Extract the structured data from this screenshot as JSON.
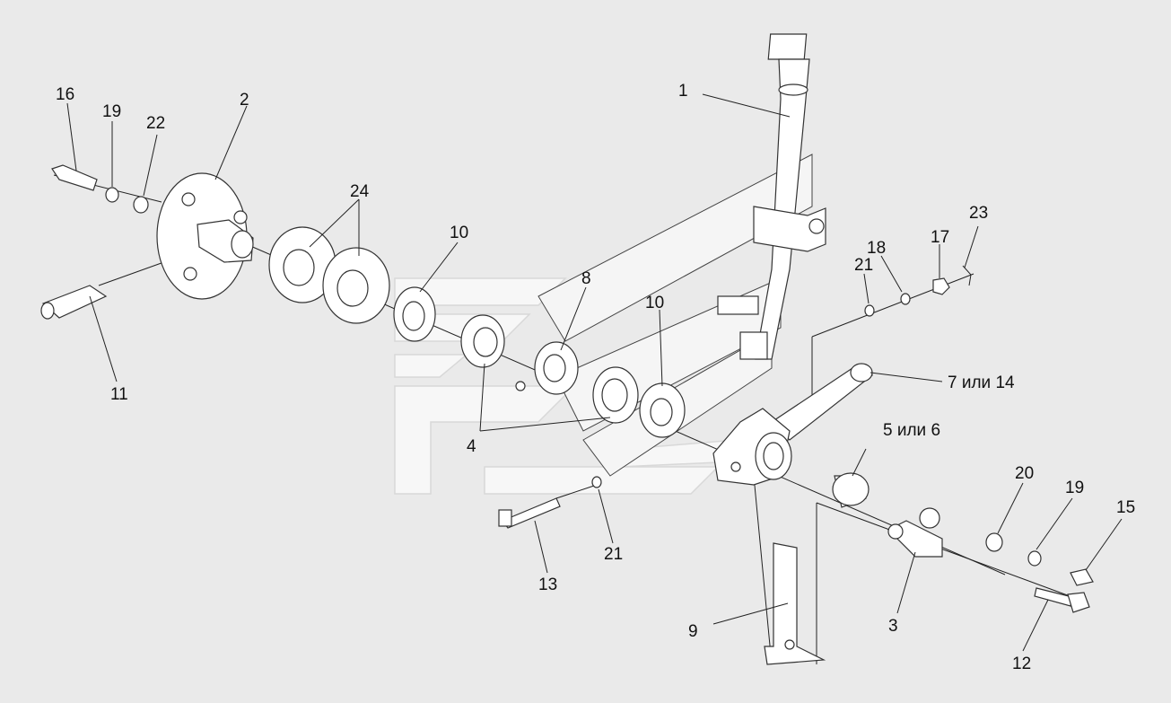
{
  "diagram": {
    "callouts": [
      {
        "id": "c1",
        "label": "1"
      },
      {
        "id": "c2",
        "label": "2"
      },
      {
        "id": "c3",
        "label": "3"
      },
      {
        "id": "c4",
        "label": "4"
      },
      {
        "id": "c5",
        "label": "5 или 6"
      },
      {
        "id": "c7",
        "label": "7 или 14"
      },
      {
        "id": "c8",
        "label": "8"
      },
      {
        "id": "c9",
        "label": "9"
      },
      {
        "id": "c10a",
        "label": "10"
      },
      {
        "id": "c10b",
        "label": "10"
      },
      {
        "id": "c11",
        "label": "11"
      },
      {
        "id": "c12",
        "label": "12"
      },
      {
        "id": "c13",
        "label": "13"
      },
      {
        "id": "c15",
        "label": "15"
      },
      {
        "id": "c16",
        "label": "16"
      },
      {
        "id": "c17",
        "label": "17"
      },
      {
        "id": "c18",
        "label": "18"
      },
      {
        "id": "c19a",
        "label": "19"
      },
      {
        "id": "c19b",
        "label": "19"
      },
      {
        "id": "c20",
        "label": "20"
      },
      {
        "id": "c21a",
        "label": "21"
      },
      {
        "id": "c21b",
        "label": "21"
      },
      {
        "id": "c22",
        "label": "22"
      },
      {
        "id": "c23",
        "label": "23"
      },
      {
        "id": "c24",
        "label": "24"
      }
    ]
  }
}
